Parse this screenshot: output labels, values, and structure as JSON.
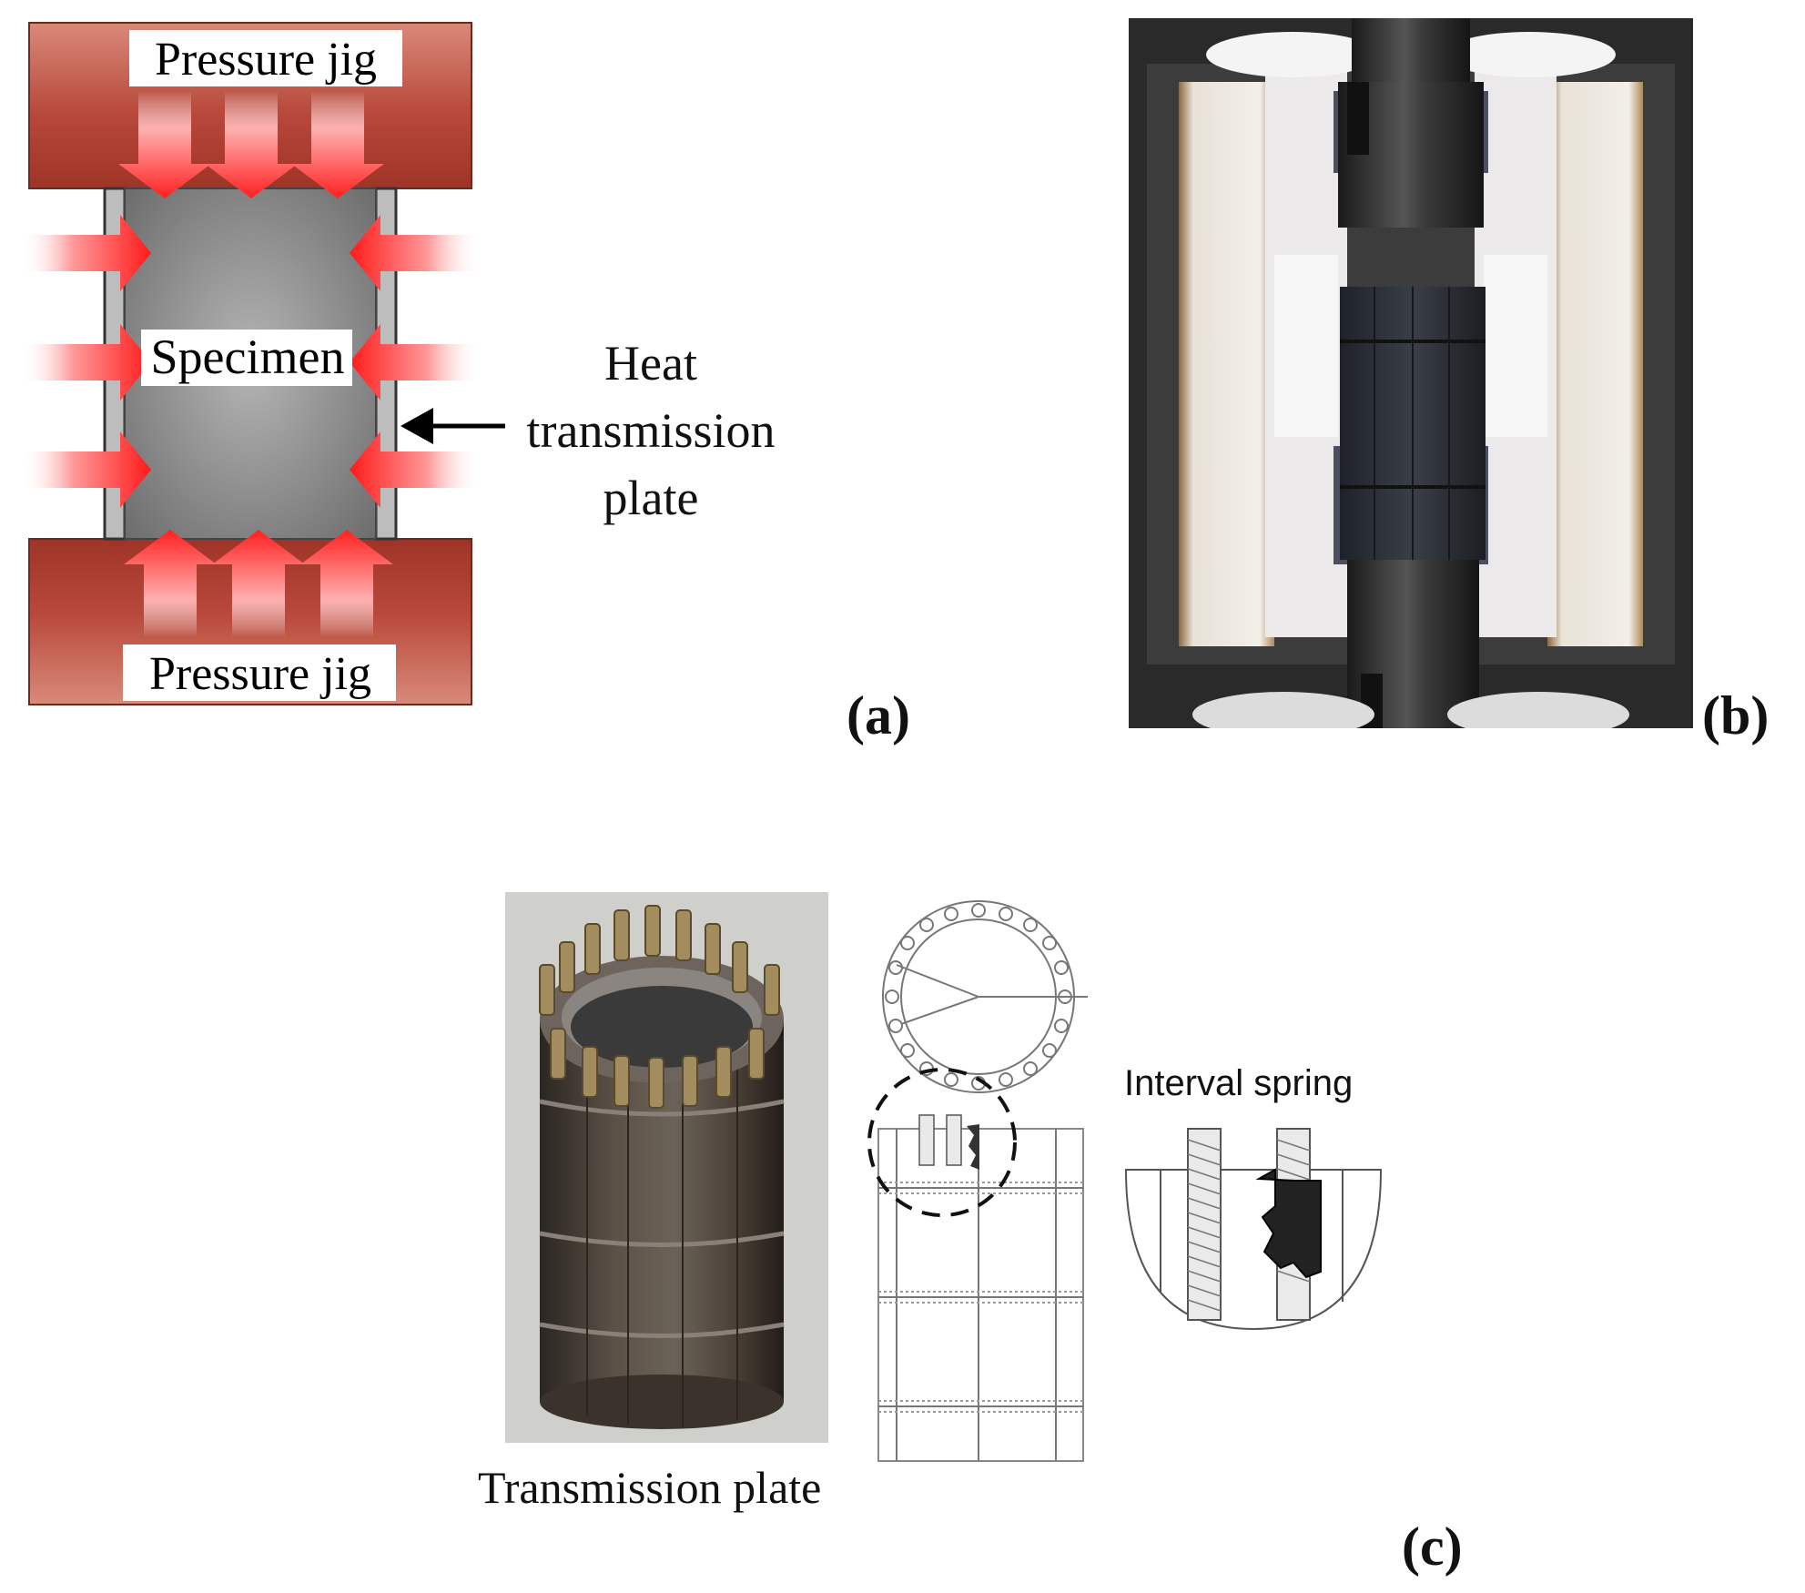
{
  "panel_a": {
    "top_jig_label": "Pressure jig",
    "bottom_jig_label": "Pressure jig",
    "specimen_label": "Specimen",
    "plate_label": "Heat transmission plate",
    "letter": "(a)",
    "colors": {
      "jig": "#c0584a",
      "arrow": "#ff2a2a",
      "specimen": "#8c8c8c",
      "plate": "#b8b8b8"
    }
  },
  "panel_b": {
    "letter": "(b)"
  },
  "panel_c": {
    "photo_caption": "Transmission plate",
    "spring_label": "Interval spring",
    "letter": "(c)"
  }
}
